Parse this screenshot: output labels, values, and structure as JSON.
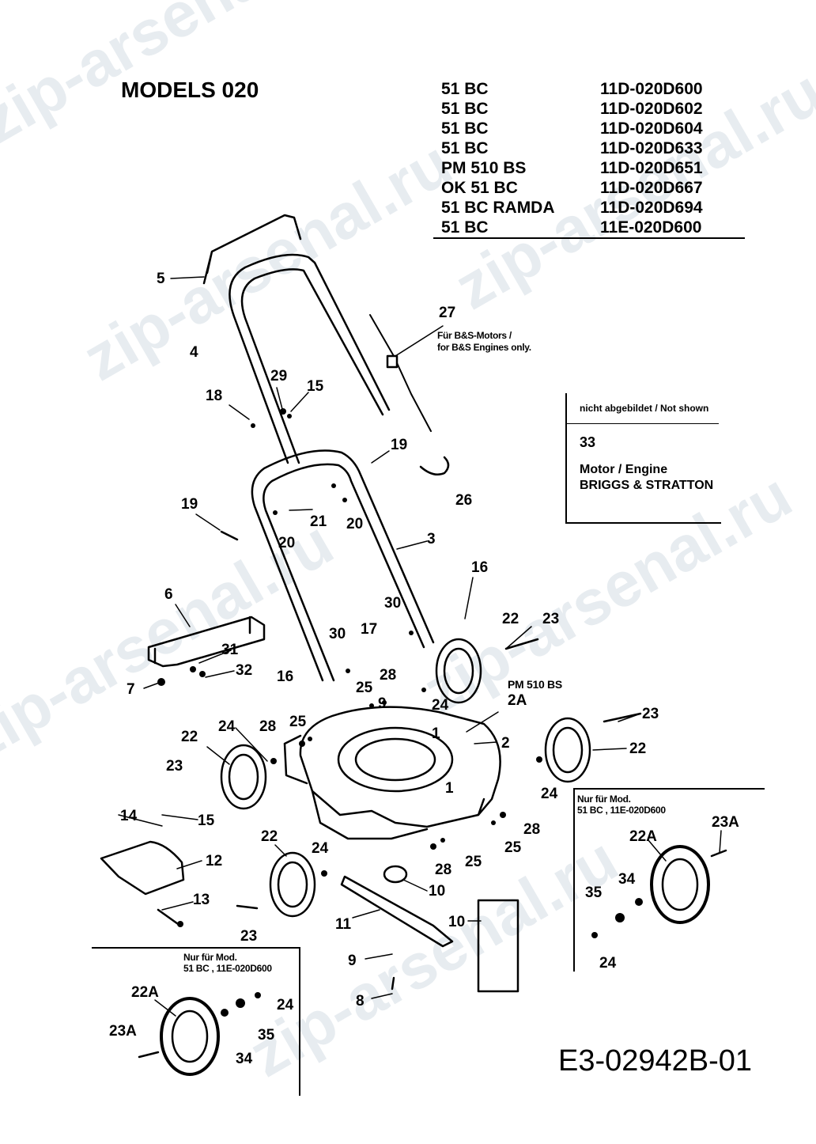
{
  "title": "MODELS 020",
  "models": [
    {
      "name": "51 BC",
      "code": "11D-020D600"
    },
    {
      "name": "51 BC",
      "code": "11D-020D602"
    },
    {
      "name": "51 BC",
      "code": "11D-020D604"
    },
    {
      "name": "51 BC",
      "code": "11D-020D633"
    },
    {
      "name": "PM 510 BS",
      "code": "11D-020D651"
    },
    {
      "name": "OK 51 BC",
      "code": "11D-020D667"
    },
    {
      "name": "51 BC RAMDA",
      "code": "11D-020D694"
    },
    {
      "name": "51 BC",
      "code": "11E-020D600"
    }
  ],
  "not_shown": {
    "header": "nicht abgebildet / Not shown",
    "part_number": "33",
    "line1": "Motor / Engine",
    "line2": "BRIGGS & STRATTON"
  },
  "notes": {
    "bs_line1": "Für B&S-Motors /",
    "bs_line2": "for B&S Engines only.",
    "pm_model": "PM 510 BS",
    "right_line1": "Nur für Mod.",
    "right_line2": "51 BC , 11E-020D600",
    "left_line1": "Nur für Mod.",
    "left_line2": "51 BC , 11E-020D600"
  },
  "doc_code": "E3-02942B-01",
  "watermark": "zip-arsenal.ru",
  "callouts": [
    {
      "id": "c5",
      "label": "5"
    },
    {
      "id": "c4",
      "label": "4"
    },
    {
      "id": "c27",
      "label": "27"
    },
    {
      "id": "c29",
      "label": "29"
    },
    {
      "id": "c15a",
      "label": "15"
    },
    {
      "id": "c18",
      "label": "18"
    },
    {
      "id": "c19a",
      "label": "19"
    },
    {
      "id": "c26",
      "label": "26"
    },
    {
      "id": "c19b",
      "label": "19"
    },
    {
      "id": "c21",
      "label": "21"
    },
    {
      "id": "c20a",
      "label": "20"
    },
    {
      "id": "c20b",
      "label": "20"
    },
    {
      "id": "c3",
      "label": "3"
    },
    {
      "id": "c6",
      "label": "6"
    },
    {
      "id": "c16a",
      "label": "16"
    },
    {
      "id": "c30a",
      "label": "30"
    },
    {
      "id": "c22a",
      "label": "22"
    },
    {
      "id": "c23a",
      "label": "23"
    },
    {
      "id": "c31",
      "label": "31"
    },
    {
      "id": "c30b",
      "label": "30"
    },
    {
      "id": "c17",
      "label": "17"
    },
    {
      "id": "c32",
      "label": "32"
    },
    {
      "id": "c7",
      "label": "7"
    },
    {
      "id": "c16b",
      "label": "16"
    },
    {
      "id": "c28a",
      "label": "28"
    },
    {
      "id": "c25a",
      "label": "25"
    },
    {
      "id": "c9a",
      "label": "9"
    },
    {
      "id": "c24a",
      "label": "24"
    },
    {
      "id": "c2A",
      "label": "2A"
    },
    {
      "id": "c23b",
      "label": "23"
    },
    {
      "id": "c24b",
      "label": "24"
    },
    {
      "id": "c28b",
      "label": "28"
    },
    {
      "id": "c25b",
      "label": "25"
    },
    {
      "id": "c22b",
      "label": "22"
    },
    {
      "id": "c1a",
      "label": "1"
    },
    {
      "id": "c2",
      "label": "2"
    },
    {
      "id": "c22c",
      "label": "22"
    },
    {
      "id": "c23c",
      "label": "23"
    },
    {
      "id": "c1b",
      "label": "1"
    },
    {
      "id": "c24c",
      "label": "24"
    },
    {
      "id": "c14",
      "label": "14"
    },
    {
      "id": "c15b",
      "label": "15"
    },
    {
      "id": "c12",
      "label": "12"
    },
    {
      "id": "c28c",
      "label": "28"
    },
    {
      "id": "c25c",
      "label": "25"
    },
    {
      "id": "c22d",
      "label": "22"
    },
    {
      "id": "c24d",
      "label": "24"
    },
    {
      "id": "c28d",
      "label": "28"
    },
    {
      "id": "c25d",
      "label": "25"
    },
    {
      "id": "c10a",
      "label": "10"
    },
    {
      "id": "c13",
      "label": "13"
    },
    {
      "id": "c23d",
      "label": "23"
    },
    {
      "id": "c11",
      "label": "11"
    },
    {
      "id": "c10b",
      "label": "10"
    },
    {
      "id": "c9b",
      "label": "9"
    },
    {
      "id": "c8",
      "label": "8"
    },
    {
      "id": "c22A1",
      "label": "22A"
    },
    {
      "id": "c23A1",
      "label": "23A"
    },
    {
      "id": "c34a",
      "label": "34"
    },
    {
      "id": "c35a",
      "label": "35"
    },
    {
      "id": "c24e",
      "label": "24"
    },
    {
      "id": "c22A2",
      "label": "22A"
    },
    {
      "id": "c24f",
      "label": "24"
    },
    {
      "id": "c23A2",
      "label": "23A"
    },
    {
      "id": "c35b",
      "label": "35"
    },
    {
      "id": "c34b",
      "label": "34"
    }
  ]
}
